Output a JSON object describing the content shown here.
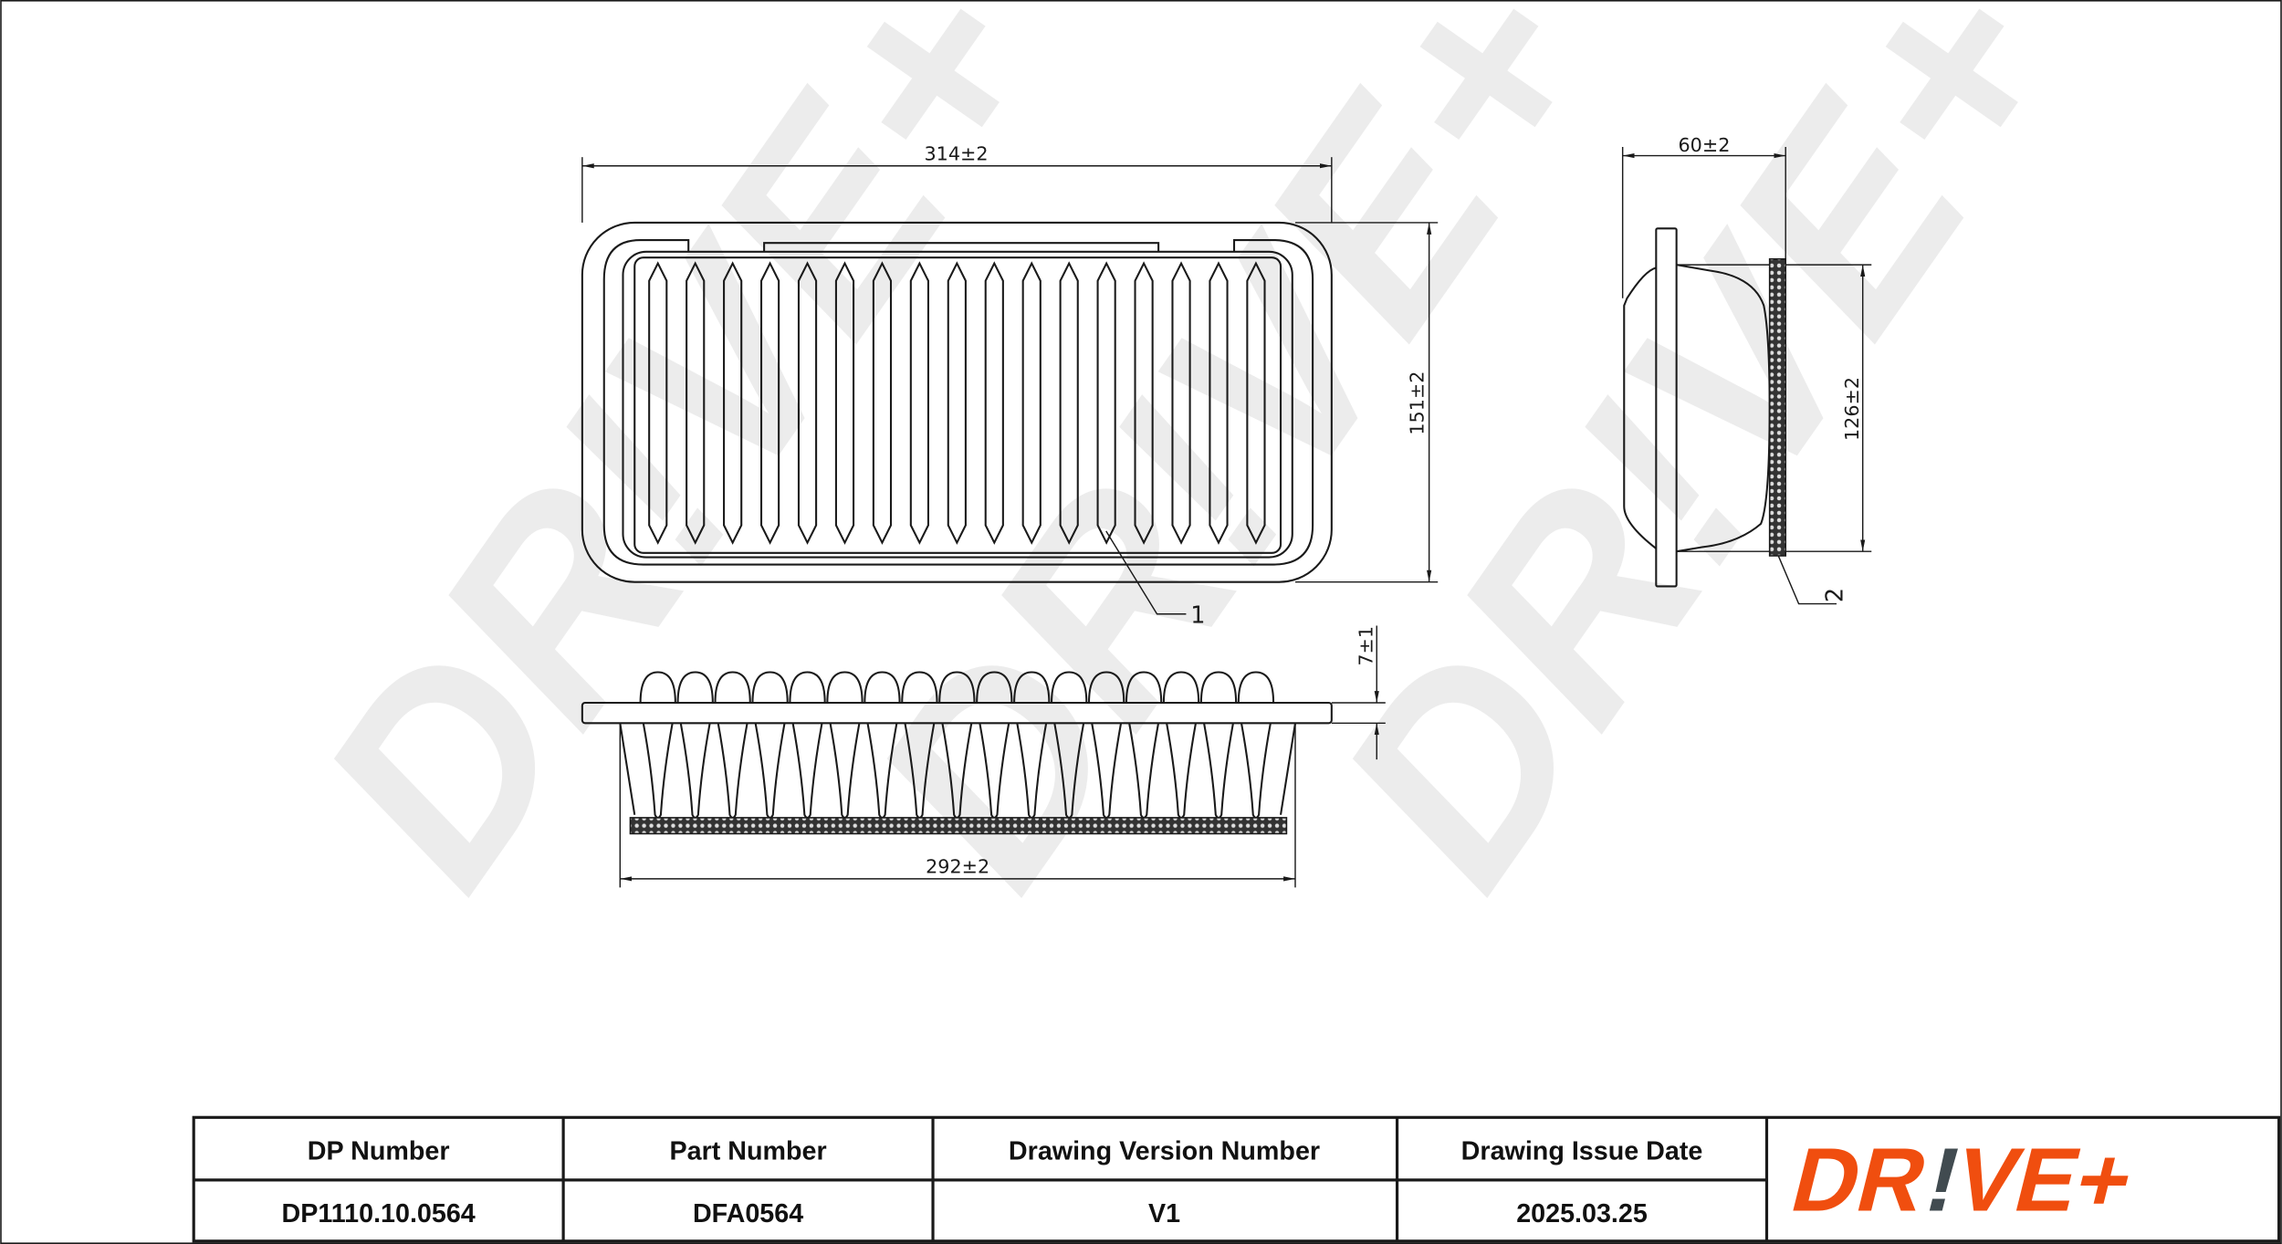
{
  "drawing": {
    "dimensions": {
      "length": "314±2",
      "width": "151±2",
      "height": "60±2",
      "inner_height": "126±2",
      "flange_thickness": "7±1",
      "media_length": "292±2"
    },
    "callouts": [
      "1",
      "2"
    ],
    "pleat_count": 17,
    "watermark": "DR!VE+"
  },
  "title_block": {
    "headers": [
      "DP Number",
      "Part Number",
      "Drawing Version Number",
      "Drawing Issue Date"
    ],
    "values": [
      "DP1110.10.0564",
      "DFA0564",
      "V1",
      "2025.03.25"
    ]
  },
  "logo": {
    "text": "DR!VE+",
    "primary_color": "#f04e0f",
    "accent_color": "#414b50"
  }
}
